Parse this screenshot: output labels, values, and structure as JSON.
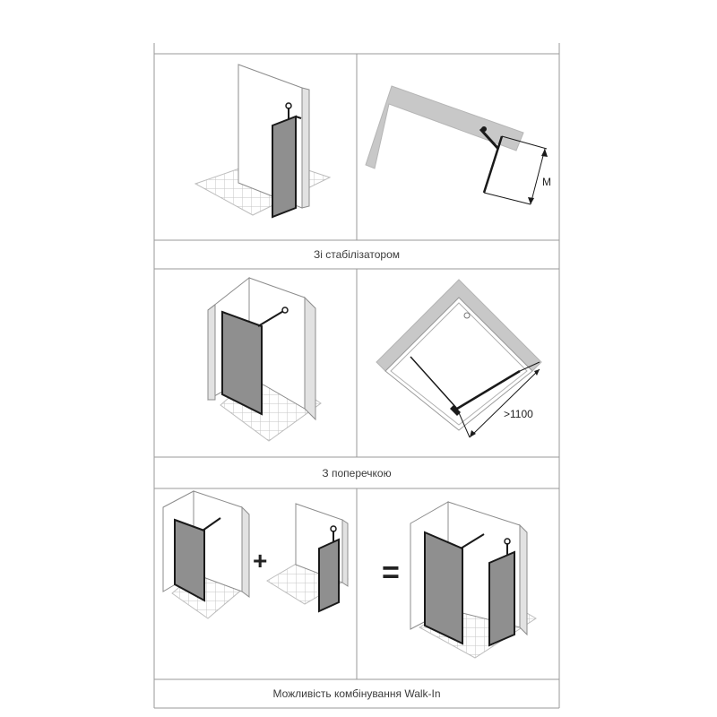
{
  "rows": [
    {
      "caption": "Зі стабілізатором",
      "dimension_label": "M"
    },
    {
      "caption": "З поперечкою",
      "dimension_label": ">1100"
    },
    {
      "caption": "Можливість комбінування Walk-In"
    }
  ],
  "combine": {
    "plus": "+",
    "equals": "="
  }
}
